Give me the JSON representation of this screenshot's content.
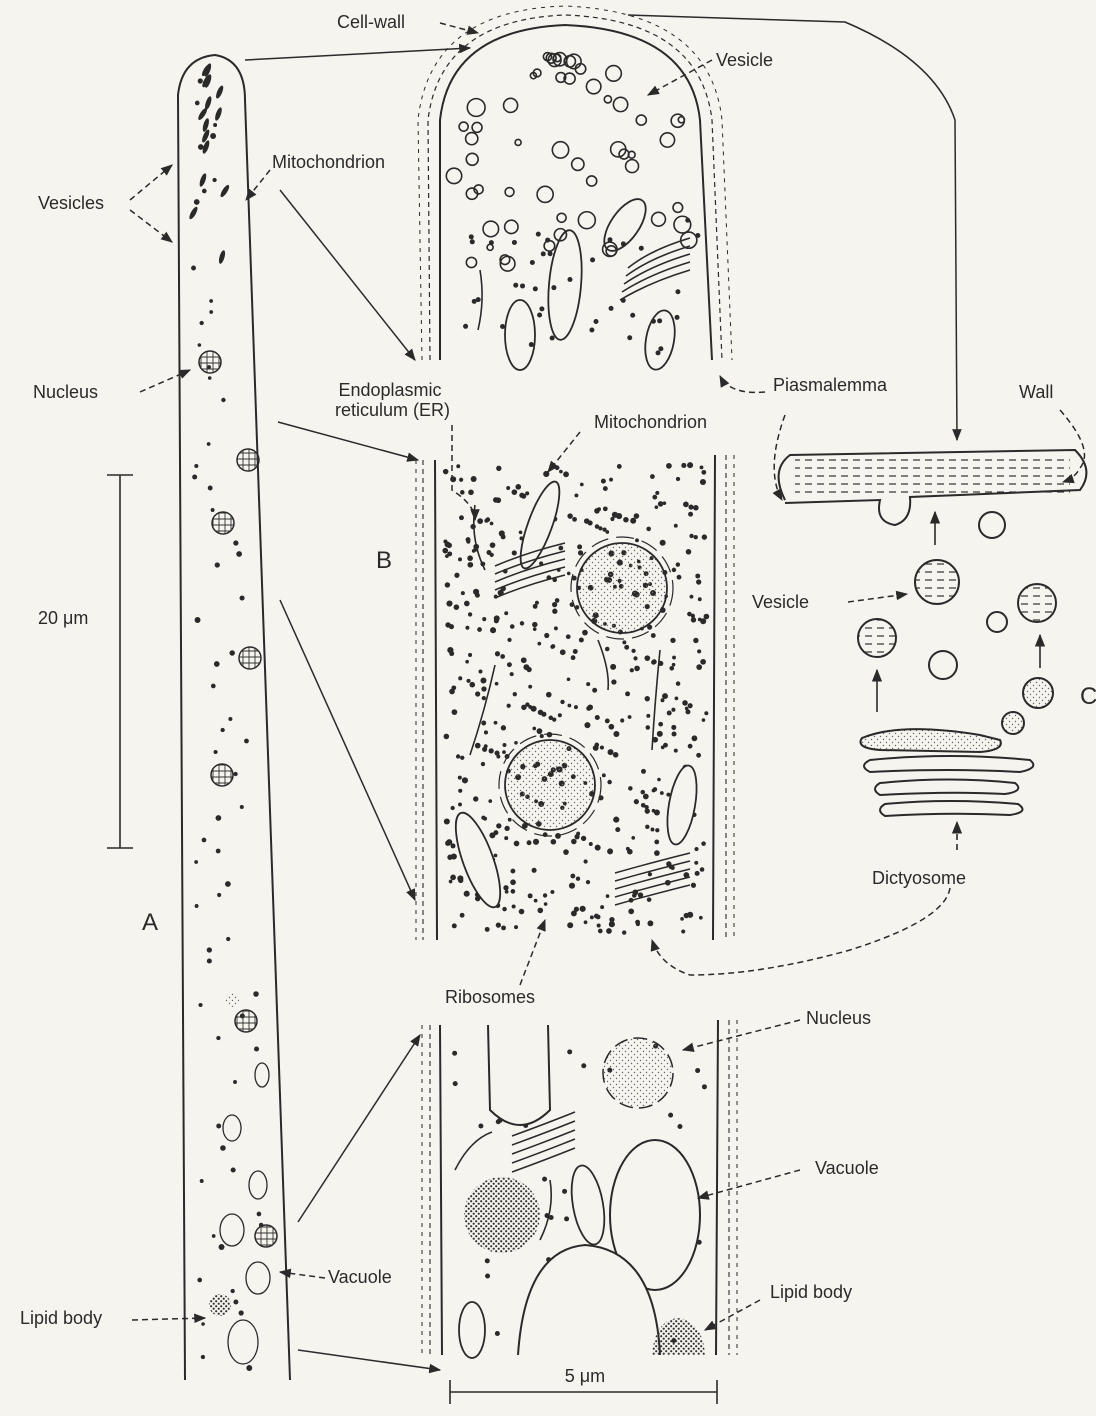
{
  "labels": {
    "cell_wall": "Cell-wall",
    "vesicle_top": "Vesicle",
    "mitochondrion_a": "Mitochondrion",
    "vesicles": "Vesicles",
    "nucleus_a": "Nucleus",
    "er_line1": "Endoplasmic",
    "er_line2": "reticulum (ER)",
    "plasmalemma": "Piasmalemma",
    "wall": "Wall",
    "mitochondrion_b": "Mitochondrion",
    "vesicle_c": "Vesicle",
    "scale_20": "20 μm",
    "dictyosome": "Dictyosome",
    "ribosomes": "Ribosomes",
    "nucleus_bottom": "Nucleus",
    "vacuole_right": "Vacuole",
    "vacuole_a": "Vacuole",
    "lipid_body_right": "Lipid body",
    "lipid_body_left": "Lipid body",
    "scale_5": "5 μm"
  },
  "panels": {
    "a": "A",
    "b": "B",
    "c": "C"
  }
}
